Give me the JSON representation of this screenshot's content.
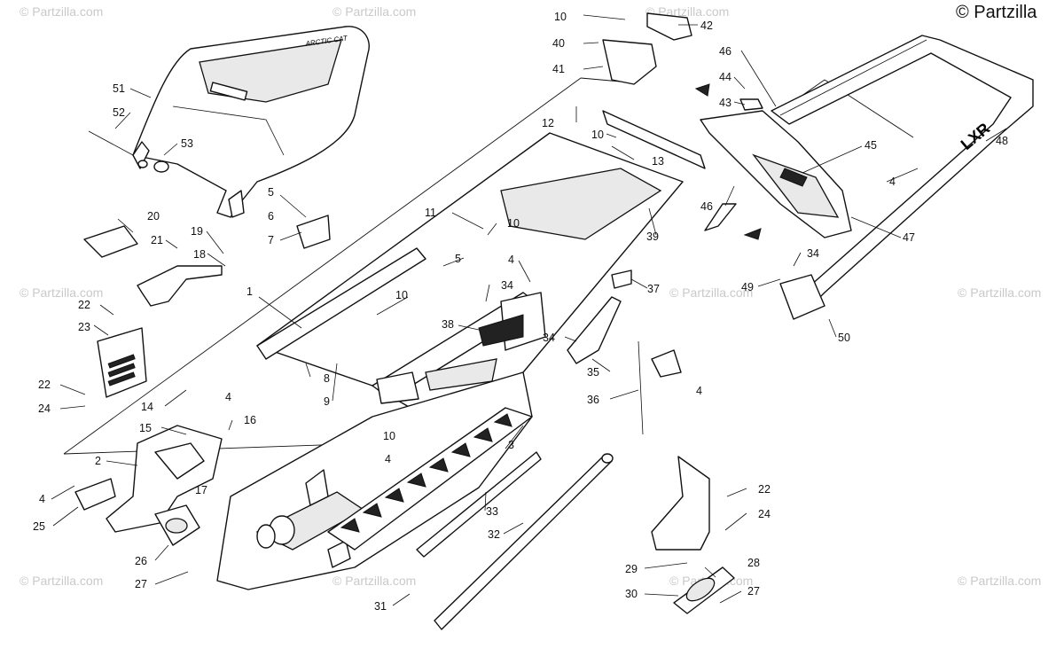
{
  "copyright": "© Partzilla",
  "watermark": "© Partzilla.com",
  "callouts": [
    "1",
    "2",
    "3",
    "4",
    "5",
    "6",
    "7",
    "8",
    "9",
    "10",
    "11",
    "12",
    "13",
    "14",
    "15",
    "16",
    "17",
    "18",
    "19",
    "20",
    "21",
    "22",
    "23",
    "24",
    "25",
    "26",
    "27",
    "28",
    "29",
    "30",
    "31",
    "32",
    "33",
    "34",
    "35",
    "36",
    "37",
    "38",
    "39",
    "40",
    "41",
    "42",
    "43",
    "44",
    "45",
    "46",
    "47",
    "48",
    "49",
    "50",
    "51",
    "52",
    "53"
  ],
  "seat_logo": "ARCTIC CAT",
  "bumper_logo": "LXR"
}
